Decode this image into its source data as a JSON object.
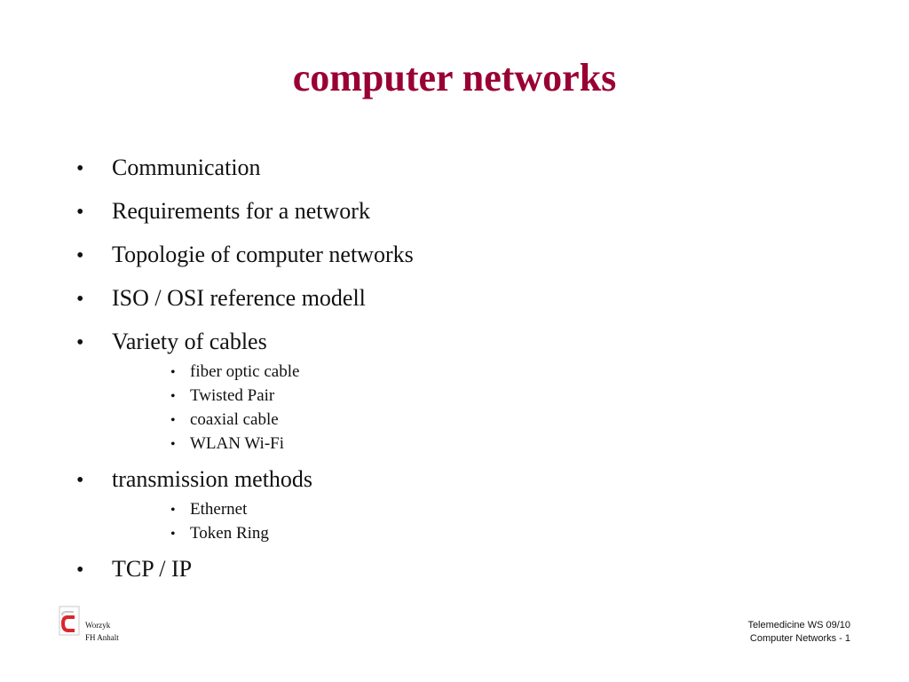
{
  "title": "computer networks",
  "bullets": [
    {
      "text": "Communication",
      "sub": []
    },
    {
      "text": "Requirements for a network",
      "sub": []
    },
    {
      "text": "Topologie of computer networks",
      "sub": []
    },
    {
      "text": "ISO / OSI reference modell",
      "sub": []
    },
    {
      "text": "Variety of cables",
      "sub": [
        "fiber optic cable",
        "Twisted Pair",
        "coaxial cable",
        "WLAN Wi-Fi"
      ]
    },
    {
      "text": "transmission methods",
      "sub": [
        "Ethernet",
        "Token Ring"
      ]
    },
    {
      "text": "TCP / IP",
      "sub": []
    }
  ],
  "bullet_symbol": "•",
  "footer_left": {
    "author": "Worzyk",
    "institution": "FH Anhalt"
  },
  "footer_right": {
    "line1": "Telemedicine WS 09/10",
    "line2": "Computer Networks - 1"
  },
  "colors": {
    "title": "#990033",
    "logo_red": "#d9272e",
    "logo_grey": "#c8c8c8"
  },
  "icons": {
    "logo": "fh-anhalt-logo-icon"
  }
}
